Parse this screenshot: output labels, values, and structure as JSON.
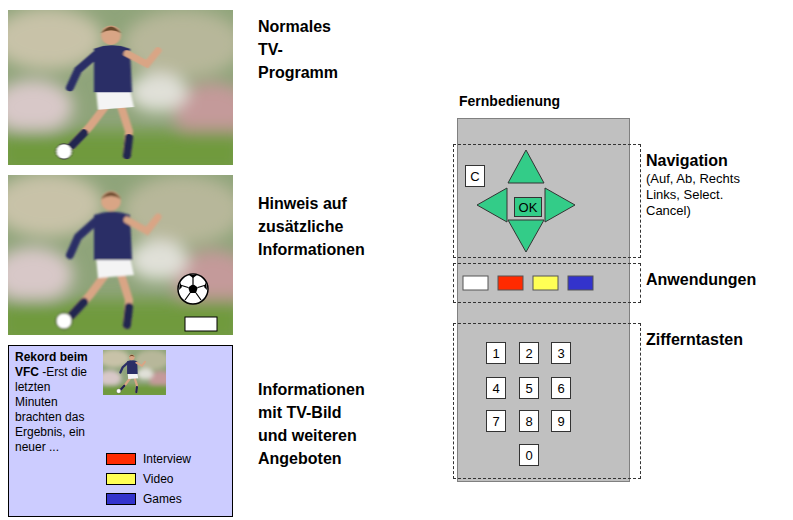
{
  "diagram": {
    "nodes": [
      {
        "text": [
          "Rekord beim VFC",
          "-Erst die letzten Minuten brachten das Ergebnis, ein neuer ..."
        ]
      },
      {
        "text": [
          "Fernbedienung"
        ]
      },
      {
        "text": [
          "Navigation",
          "(Auf, Ab, Rechts Links, Select. Cancel)"
        ],
        "in": 1
      },
      {
        "text": [
          "C"
        ],
        "in": 2
      },
      {
        "text": [
          "OK"
        ],
        "in": 2
      },
      {
        "text": [
          "Anwendungen"
        ],
        "in": 1
      },
      {
        "text": [
          "Zifferntasten"
        ],
        "in": 1
      },
      {
        "text": [
          "1"
        ],
        "in": 6
      },
      {
        "text": [
          "2"
        ],
        "in": 6
      },
      {
        "text": [
          "3"
        ],
        "in": 6
      },
      {
        "text": [
          "4"
        ],
        "in": 6
      },
      {
        "text": [
          "5"
        ],
        "in": 6
      },
      {
        "text": [
          "6"
        ],
        "in": 6
      },
      {
        "text": [
          "7"
        ],
        "in": 6
      },
      {
        "text": [
          "8"
        ],
        "in": 6
      },
      {
        "text": [
          "9"
        ],
        "in": 6
      },
      {
        "text": [
          "0"
        ],
        "in": 6
      }
    ],
    "labels": [
      "Normales TV-Programm",
      "Hinweis auf zusätzliche Informationen",
      "Informationen mit TV-Bild und weiteren Angeboten"
    ],
    "legend": [
      {
        "text": "Interview",
        "color": "#ff2a00"
      },
      {
        "text": "Video",
        "color": "#ffff55"
      },
      {
        "text": "Games",
        "color": "#3333cc"
      }
    ]
  }
}
